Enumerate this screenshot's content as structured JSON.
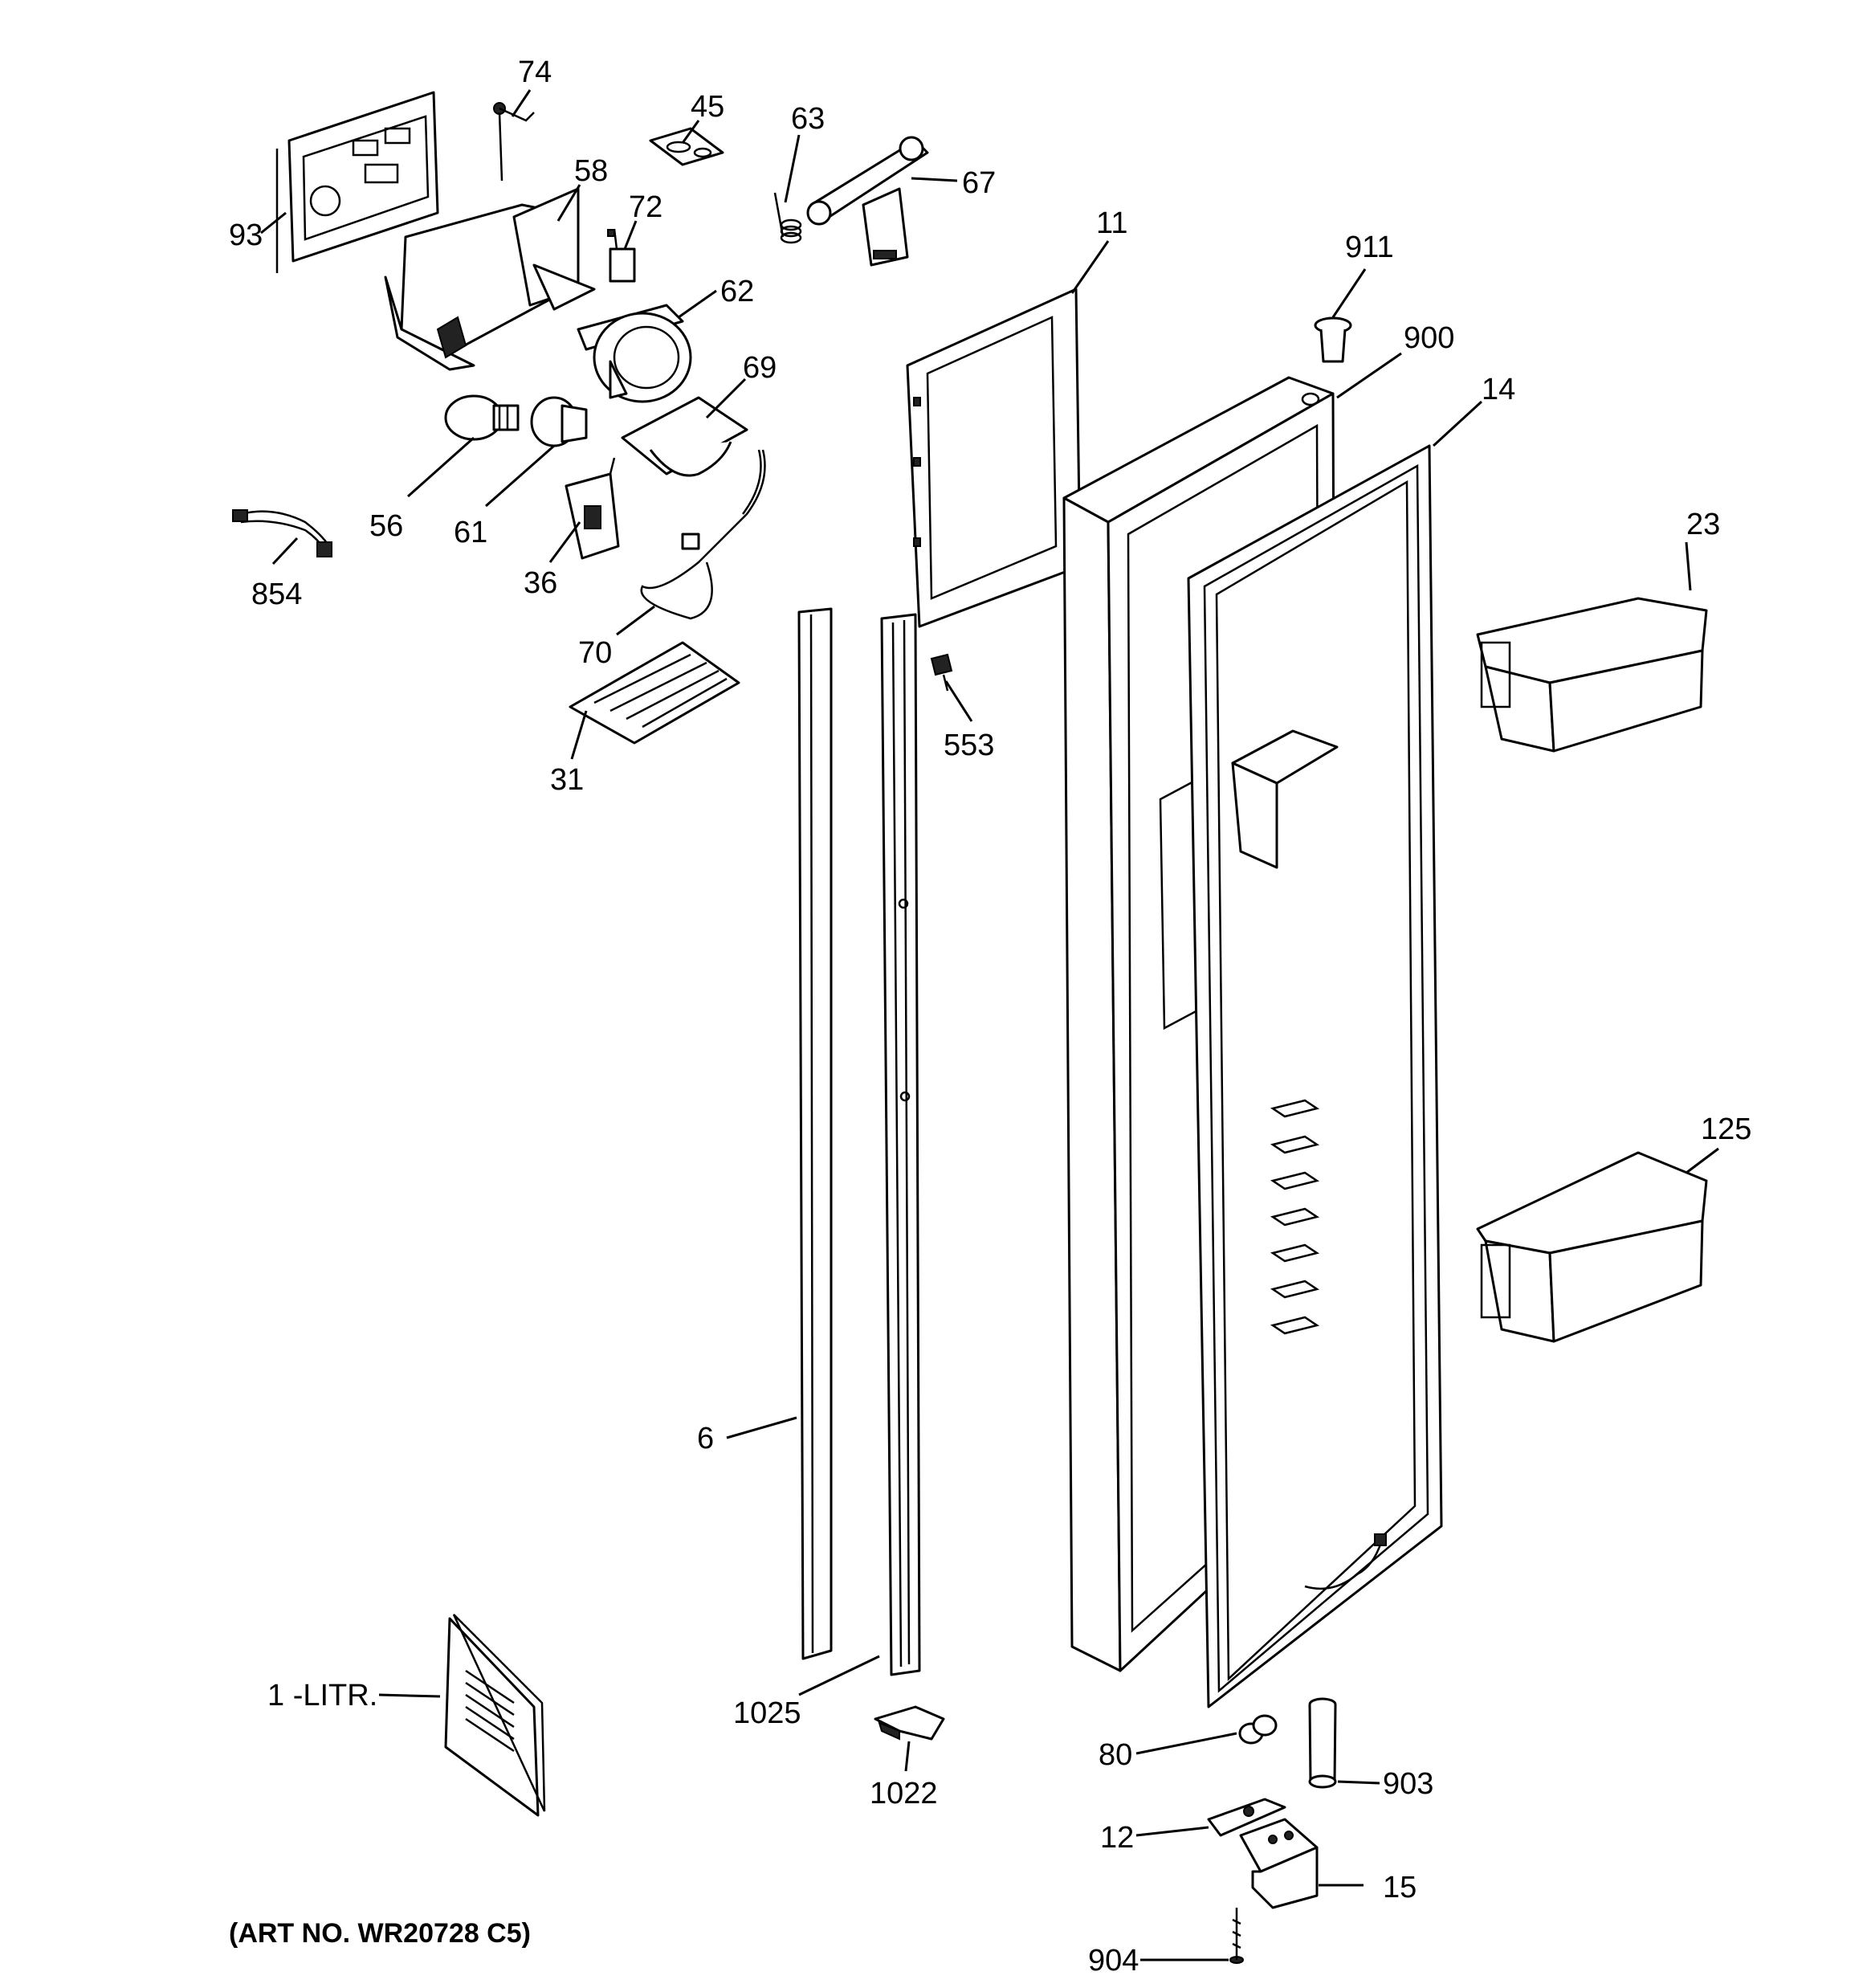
{
  "callouts": {
    "c74": "74",
    "c45": "45",
    "c63": "63",
    "c67": "67",
    "c58": "58",
    "c72": "72",
    "c93": "93",
    "c62": "62",
    "c69": "69",
    "c11": "11",
    "c911": "911",
    "c900": "900",
    "c14": "14",
    "c56": "56",
    "c61": "61",
    "c854": "854",
    "c36": "36",
    "c70": "70",
    "c553": "553",
    "c31": "31",
    "c23": "23",
    "c125": "125",
    "c6": "6",
    "c1litr": "1 -LITR.",
    "c1025": "1025",
    "c1022": "1022",
    "c80": "80",
    "c903": "903",
    "c12": "12",
    "c15": "15",
    "c904": "904"
  },
  "art_number": "(ART NO. WR20728 C5)"
}
